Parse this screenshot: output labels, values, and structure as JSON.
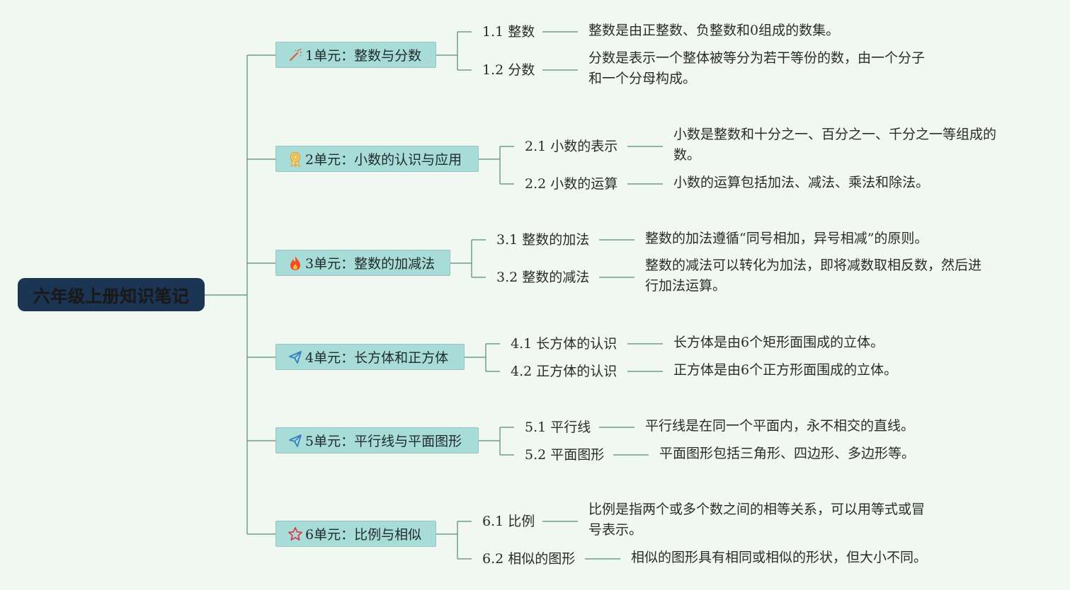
{
  "root": {
    "title": "六年级上册知识笔记"
  },
  "colors": {
    "background": "#f1f8f1",
    "root_fill": "#1c3555",
    "unit_fill": "#a8dcd8",
    "line": "#4f8a82"
  },
  "units": [
    {
      "icon": "magic-wand-icon",
      "label": "1单元：整数与分数",
      "subs": [
        {
          "label": "1.1 整数",
          "desc": [
            "整数是由正整数、负整数和0组成的数集。"
          ]
        },
        {
          "label": "1.2 分数",
          "desc": [
            "分数是表示一个整体被等分为若干等份的数，由一个分子",
            "和一个分母构成。"
          ]
        }
      ]
    },
    {
      "icon": "award-ribbon-icon",
      "label": "2单元：小数的认识与应用",
      "subs": [
        {
          "label": "2.1 小数的表示",
          "desc": [
            "小数是整数和十分之一、百分之一、千分之一等组成的",
            "数。"
          ]
        },
        {
          "label": "2.2 小数的运算",
          "desc": [
            "小数的运算包括加法、减法、乘法和除法。"
          ]
        }
      ]
    },
    {
      "icon": "fire-icon",
      "label": "3单元：整数的加减法",
      "subs": [
        {
          "label": "3.1 整数的加法",
          "desc": [
            "整数的加法遵循“同号相加，异号相减”的原则。"
          ]
        },
        {
          "label": "3.2 整数的减法",
          "desc": [
            "整数的减法可以转化为加法，即将减数取相反数，然后进",
            "行加法运算。"
          ]
        }
      ]
    },
    {
      "icon": "paper-plane-icon",
      "label": "4单元：长方体和正方体",
      "subs": [
        {
          "label": "4.1 长方体的认识",
          "desc": [
            "长方体是由6个矩形面围成的立体。"
          ]
        },
        {
          "label": "4.2 正方体的认识",
          "desc": [
            "正方体是由6个正方形面围成的立体。"
          ]
        }
      ]
    },
    {
      "icon": "paper-plane-icon",
      "label": "5单元：平行线与平面图形",
      "subs": [
        {
          "label": "5.1 平行线",
          "desc": [
            "平行线是在同一个平面内，永不相交的直线。"
          ]
        },
        {
          "label": "5.2 平面图形",
          "desc": [
            "平面图形包括三角形、四边形、多边形等。"
          ]
        }
      ]
    },
    {
      "icon": "star-outline-icon",
      "label": "6单元：比例与相似",
      "subs": [
        {
          "label": "6.1 比例",
          "desc": [
            "比例是指两个或多个数之间的相等关系，可以用等式或冒",
            "号表示。"
          ]
        },
        {
          "label": "6.2 相似的图形",
          "desc": [
            "相似的图形具有相同或相似的形状，但大小不同。"
          ]
        }
      ]
    }
  ]
}
